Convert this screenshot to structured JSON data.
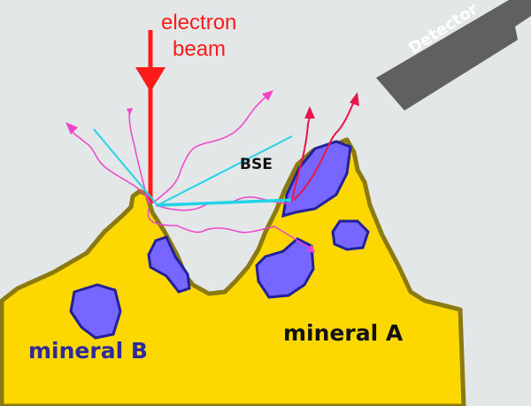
{
  "labels": {
    "electron_line1": "electron",
    "electron_line2": "beam",
    "bse": "BSE",
    "detector": "Detector",
    "mineral_a": "mineral A",
    "mineral_b": "mineral B"
  },
  "colors": {
    "background": "#e4e7e8",
    "mineral_a": "#fcd800",
    "mineral_a_outline": "#8a7a10",
    "mineral_b": "#7766ff",
    "mineral_b_outline": "#22209a",
    "beam": "#ff1a1a",
    "bse": "#22d3e8",
    "trajectory": "#ee44cc",
    "detected": "#e8164a",
    "detector": "#606060"
  }
}
